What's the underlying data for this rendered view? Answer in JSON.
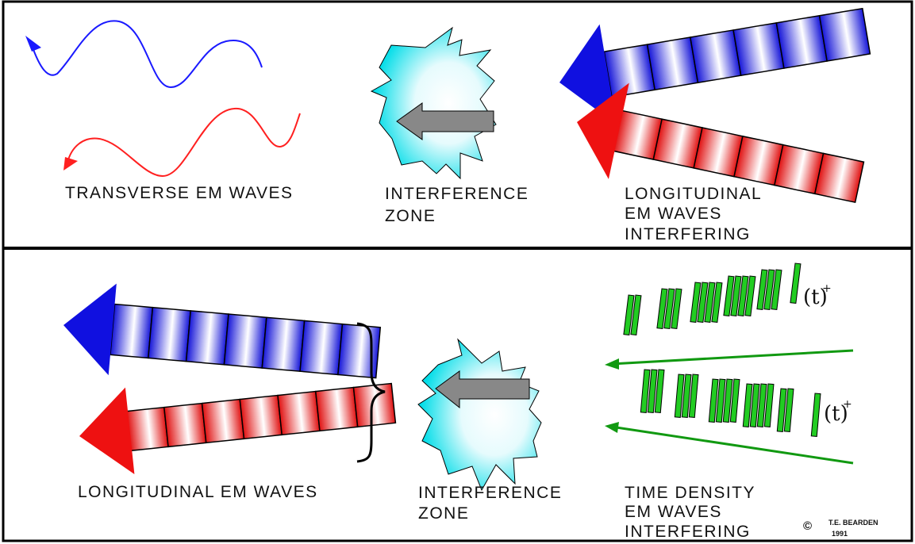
{
  "top_panel": {
    "transverse_label": "TRANSVERSE EM WAVES",
    "interference_label": [
      "INTERFERENCE",
      "ZONE"
    ],
    "longitudinal_label": [
      "LONGITUDINAL",
      "EM WAVES",
      "INTERFERING"
    ]
  },
  "bottom_panel": {
    "longitudinal_label": "LONGITUDINAL EM WAVES",
    "interference_label": [
      "INTERFERENCE",
      "ZONE"
    ],
    "time_density_label": [
      "TIME DENSITY",
      "EM WAVES",
      "INTERFERING"
    ],
    "time_symbol_upper": "(t)",
    "time_symbol_lower": "(t)",
    "time_sup": "+"
  },
  "credit": {
    "symbol": "©",
    "author": "T.E. BEARDEN",
    "year": "1991"
  },
  "colors": {
    "border": "#000000",
    "blue_wave": "#1a1aff",
    "red_wave": "#ff2020",
    "blue_arrow": "#1010e0",
    "red_arrow": "#ee1111",
    "burst_cyan": "#00e5f0",
    "inner_arrow_gray": "#888888",
    "green_bars": "#22cc22",
    "green_lines": "#119911"
  }
}
